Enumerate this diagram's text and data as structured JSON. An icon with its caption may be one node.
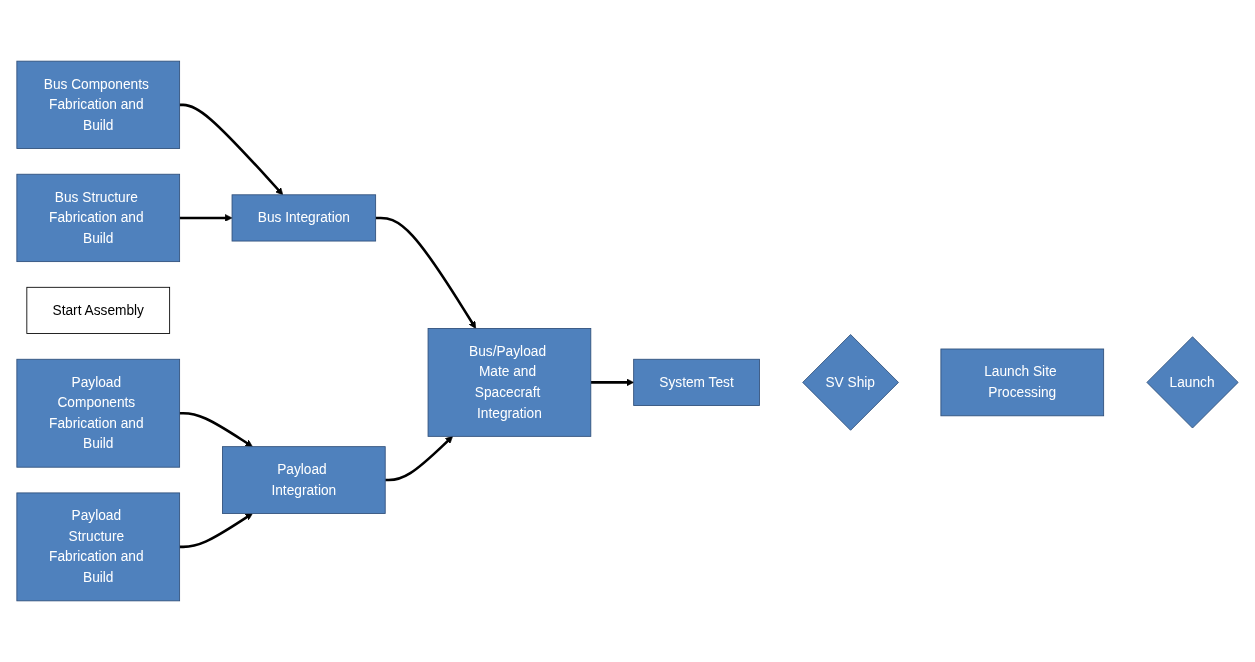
{
  "diagram": {
    "nodes": [
      {
        "text": [
          "Bus Components Fabrication and Build"
        ]
      },
      {
        "text": [
          "Bus Structure Fabrication and Build"
        ]
      },
      {
        "text": [
          "Payload Components Fabrication and Build"
        ]
      },
      {
        "text": [
          "Payload Structure Fabrication and Build"
        ]
      },
      {
        "text": [
          "Start Assembly"
        ]
      },
      {
        "text": [
          "Bus Integration"
        ]
      },
      {
        "text": [
          "Payload Integration"
        ]
      },
      {
        "text": [
          "Bus/Payload Mate and Spacecraft Integration"
        ]
      },
      {
        "text": [
          "System Test"
        ]
      },
      {
        "text": [
          "SV Ship"
        ]
      },
      {
        "text": [
          "Launch Site Processing"
        ]
      },
      {
        "text": [
          "Launch"
        ]
      }
    ],
    "edges": [
      {
        "from": 0,
        "to": 5,
        "arrow": "to"
      },
      {
        "from": 1,
        "to": 5,
        "arrow": "to"
      },
      {
        "from": 2,
        "to": 6,
        "arrow": "to"
      },
      {
        "from": 3,
        "to": 6,
        "arrow": "to"
      },
      {
        "from": 5,
        "to": 7,
        "arrow": "to"
      },
      {
        "from": 6,
        "to": 7,
        "arrow": "to"
      },
      {
        "from": 7,
        "to": 8,
        "arrow": "to"
      }
    ]
  }
}
